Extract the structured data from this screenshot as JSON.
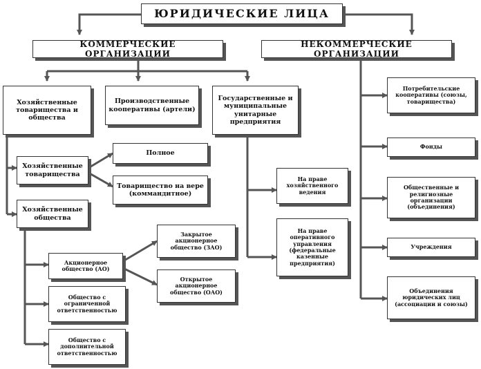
{
  "diagram": {
    "root": "ЮРИДИЧЕСКИЕ  ЛИЦА",
    "commercial": "КОММЕРЧЕСКИЕ  ОРГАНИЗАЦИИ",
    "noncommercial": "НЕКОММЕРЧЕСКИЕ  ОРГАНИЗАЦИИ",
    "economic_partnerships_societies": "Хозяйственные товарищества и общества",
    "production_cooperatives": "Производственные кооперативы (артели)",
    "unitary_enterprises": "Государственные и муниципальные унитарные предприятия",
    "partnerships": "Хозяйственные товарищества",
    "societies": "Хозяйственные общества",
    "full_partnership": "Полное",
    "limited_partnership": "Товарищество на вере (коммандитное)",
    "jsc": "Акционерное общество (АО)",
    "closed_jsc": "Закрытое акционерное общество (ЗАО)",
    "open_jsc": "Открытое акционерное общество (ОАО)",
    "llc": "Общество с ограниченной ответственностью",
    "alc": "Общество с дополнительной ответственностью",
    "economic_management": "На праве хозяйственного ведения",
    "operational_management": "На праве оперативного управления (федеральные казенные предприятия)",
    "consumer_cooperatives": "Потребительские кооперативы (союзы, товарищества)",
    "funds": "Фонды",
    "public_religious": "Общественные и религиозные организации (объединения)",
    "institutions": "Учреждения",
    "associations": "Объединения юридических лиц (ассоциации и союзы)"
  }
}
